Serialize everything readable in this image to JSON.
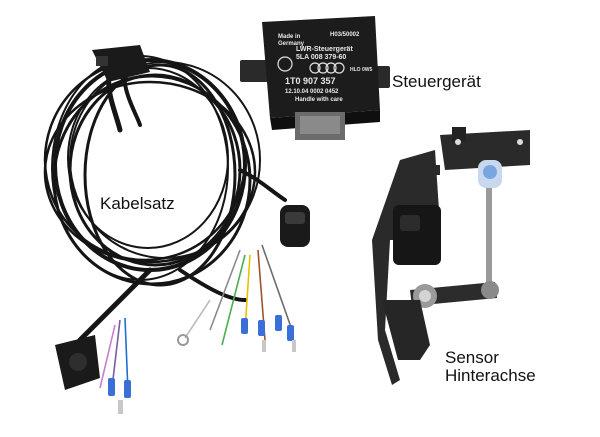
{
  "labels": {
    "control_unit": "Steuergerät",
    "harness": "Kabelsatz",
    "sensor_line1": "Sensor",
    "sensor_line2": "Hinterachse"
  },
  "module": {
    "made_in_1": "Made in",
    "made_in_2": "Germany",
    "code": "H03/50002",
    "title": "LWR-Steuergerät",
    "part_old": "5LA 008 379-60",
    "part_no": "1T0 907 357",
    "badge": "HLO 0W5",
    "date_line": "12.10.04  0002  0452",
    "handle": "Handle with care"
  },
  "colors": {
    "background": "#ffffff",
    "cable": "#1a1a1a",
    "module": "#1c1c1c",
    "terminal_blue": "#3a6fd8",
    "bracket": "#2a2a2a",
    "sensor_cap": "#7aa6e0"
  }
}
